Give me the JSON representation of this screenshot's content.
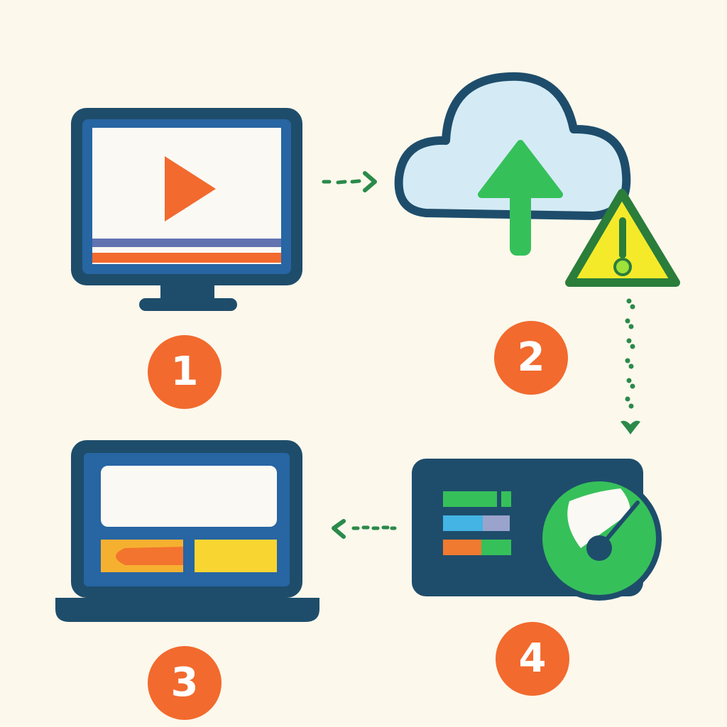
{
  "steps": [
    {
      "number": "1",
      "icon": "video-monitor-icon"
    },
    {
      "number": "2",
      "icon": "cloud-upload-warning-icon"
    },
    {
      "number": "3",
      "icon": "laptop-dashboard-icon"
    },
    {
      "number": "4",
      "icon": "performance-panel-gauge-icon"
    }
  ],
  "connectors": [
    {
      "from": "1",
      "to": "2",
      "style": "dotted-arrow"
    },
    {
      "from": "2",
      "to": "4",
      "style": "dotted-arrow"
    },
    {
      "from": "4",
      "to": "3",
      "style": "dotted-arrow"
    }
  ],
  "colors": {
    "background": "#fcf8ec",
    "navy": "#1e4d6b",
    "screen_blue": "#2765a3",
    "orange": "#f26a2e",
    "green": "#36c05a",
    "cloud_fill": "#d4ebf5",
    "warning_yellow": "#f4ea2a",
    "connector_green": "#2b8a4a"
  }
}
